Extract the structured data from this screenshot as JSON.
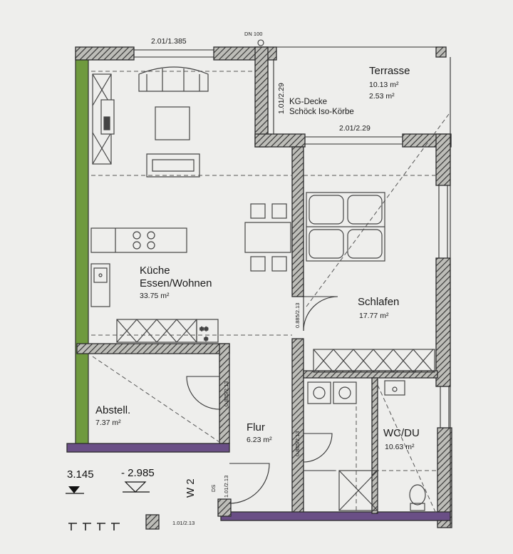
{
  "colors": {
    "paper": "#eeeeec",
    "wall": "#3a3a3a",
    "wall_fill": "#b9b9b4",
    "exterior_green": "#6f9a3e",
    "purple_line": "#6a4f86",
    "furniture": "#444444"
  },
  "dimensions": {
    "top_opening": "2.01/1.385",
    "dn": "DN 100",
    "terrace_opening": "2.01/2.29",
    "side_window": "1.01/2.29",
    "kitchen_door": "0.885/2.13",
    "abstell_door": "0.885/2.13",
    "flur_door": "0.885/2.13",
    "entrance_door": "1.01/2.13",
    "bottom": "1.01/2.13"
  },
  "notes": {
    "kg_decke": "KG-Decke",
    "schoeck": "Schöck Iso-Körbe",
    "w2": "W 2",
    "ds": "DS"
  },
  "rooms": {
    "terrasse": {
      "name": "Terrasse",
      "area1": "10.13 m²",
      "area2": "2.53 m²"
    },
    "kueche": {
      "name1": "Küche",
      "name2": "Essen/Wohnen",
      "area": "33.75 m²"
    },
    "schlafen": {
      "name": "Schlafen",
      "area": "17.77 m²"
    },
    "abstell": {
      "name": "Abstell.",
      "area": "7.37 m²"
    },
    "flur": {
      "name": "Flur",
      "area": "6.23 m²"
    },
    "wc": {
      "name": "WC/DU",
      "area": "10.63 m²"
    }
  },
  "levels": {
    "left": "3.145",
    "right": "- 2.985"
  }
}
